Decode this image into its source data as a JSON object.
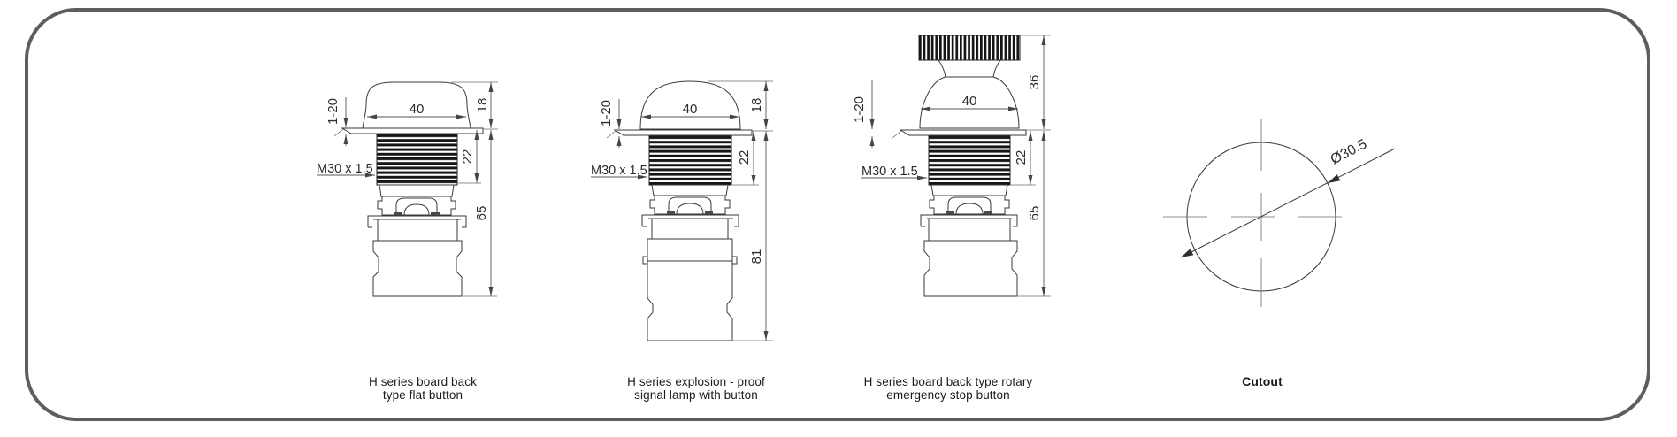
{
  "frame": {
    "border_color": "#5d5e60",
    "background": "#ffffff",
    "line_color": "#3a3a3d"
  },
  "panels": [
    {
      "id": "flat-button",
      "caption": [
        "H series board back",
        "type flat button"
      ],
      "dims": {
        "width": "40",
        "cap_height": "18",
        "thread_len": "22",
        "total": "65",
        "panel": "1-20",
        "thread": "M30 x 1.5"
      }
    },
    {
      "id": "explosion-proof-lamp",
      "caption": [
        "H series explosion - proof",
        "signal lamp with button"
      ],
      "dims": {
        "width": "40",
        "cap_height": "18",
        "thread_len": "22",
        "total": "81",
        "panel": "1-20",
        "thread": "M30 x 1.5"
      }
    },
    {
      "id": "emergency-stop",
      "caption": [
        "H series board back type rotary",
        "emergency stop button"
      ],
      "dims": {
        "width": "40",
        "head_height": "36",
        "thread_len": "22",
        "total": "65",
        "panel": "1-20",
        "thread": "M30 x 1.5"
      }
    },
    {
      "id": "cutout",
      "caption": [
        "Cutout"
      ],
      "dims": {
        "diameter": "Ø30.5"
      }
    }
  ]
}
